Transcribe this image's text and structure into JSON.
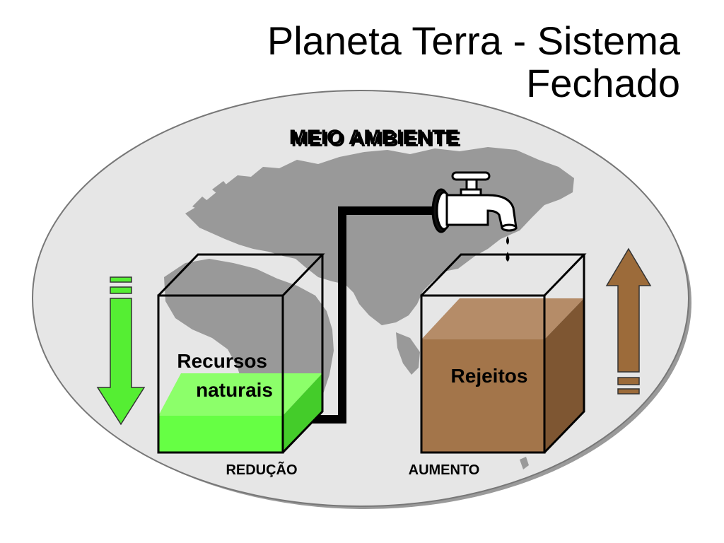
{
  "title": {
    "line1": "Planeta Terra - Sistema",
    "line2": "Fechado"
  },
  "diagram": {
    "environment_label": "MEIO AMBIENTE",
    "left_tank": {
      "label_line1": "Recursos",
      "label_line2": "naturais",
      "caption": "REDUÇÃO",
      "fill_color": "#66ff44"
    },
    "right_tank": {
      "label": "Rejeitos",
      "caption": "AUMENTO",
      "fill_color": "#a3754a"
    },
    "left_arrow": {
      "direction": "down",
      "color": "#55ee33",
      "icon": "down-arrow-icon"
    },
    "right_arrow": {
      "direction": "up",
      "color": "#9c6b3a",
      "icon": "up-arrow-icon"
    },
    "faucet_icon": "faucet-icon",
    "map_icon": "world-map-icon",
    "colors": {
      "ellipse_fill": "#e6e6e6",
      "map_fill": "#999999"
    }
  }
}
